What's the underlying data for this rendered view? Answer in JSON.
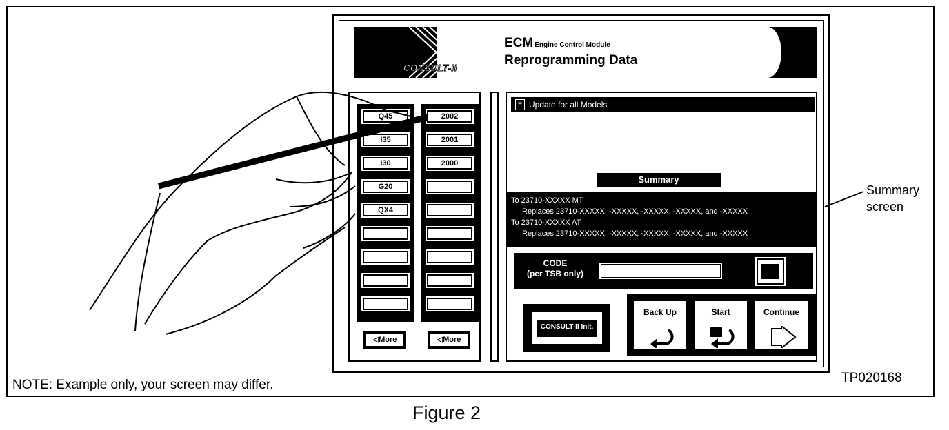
{
  "header": {
    "logo_text": "CONSULT-II",
    "title_ecm": "ECM",
    "title_ecm_sub": "Engine Control Module",
    "title_main": "Reprogramming Data"
  },
  "models": {
    "left_column": [
      "Q45",
      "I35",
      "I30",
      "G20",
      "QX4",
      "",
      "",
      "",
      ""
    ],
    "right_column": [
      "2002",
      "2001",
      "2000",
      "",
      "",
      "",
      "",
      "",
      ""
    ],
    "more_left_label": "More",
    "more_right_label": "More"
  },
  "update": {
    "label": "Update for all Models"
  },
  "summary": {
    "title": "Summary",
    "lines": [
      "To 23710-XXXXX MT",
      "Replaces 23710-XXXXX, -XXXXX, -XXXXX, -XXXXX, and -XXXXX",
      "To 23710-XXXXX AT",
      "Replaces 23710-XXXXX, -XXXXX, -XXXXX, -XXXXX, and -XXXXX"
    ]
  },
  "code": {
    "label_line1": "CODE",
    "label_line2": "(per TSB only)",
    "value": ""
  },
  "buttons": {
    "consult_init": "CONSULT-II Init.",
    "back_up": "Back Up",
    "start": "Start",
    "continue": "Continue"
  },
  "annotations": {
    "callout_line1": "Summary",
    "callout_line2": "screen",
    "note": "NOTE:  Example only, your screen may differ.",
    "tp_code": "TP020168",
    "figure_caption": "Figure 2"
  }
}
